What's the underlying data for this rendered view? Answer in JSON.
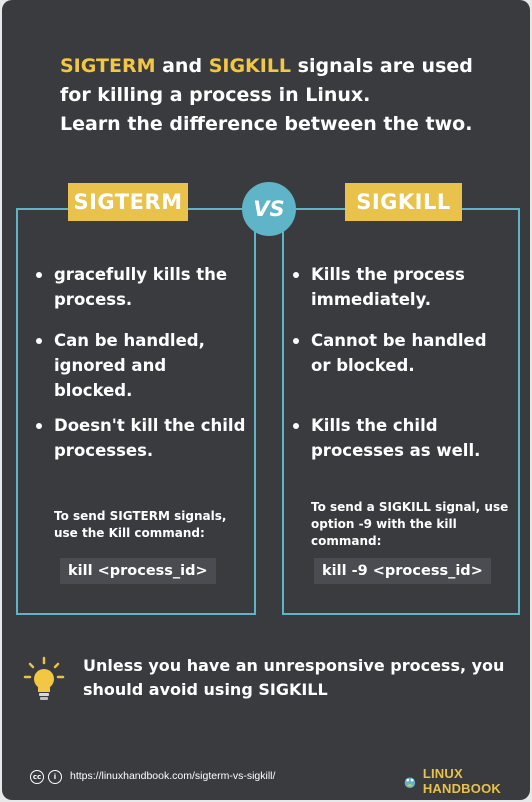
{
  "intro": {
    "line1_term1": "SIGTERM",
    "line1_and": " and ",
    "line1_term2": "SIGKILL",
    "line1_rest": " signals are used",
    "line2": "for killing a process in Linux.",
    "line3": "Learn the difference between the two."
  },
  "vs": "VS",
  "sigterm": {
    "title": "SIGTERM",
    "points": [
      "gracefully kills the process.",
      "Can be handled, ignored and blocked.",
      "Doesn't kill the child processes."
    ],
    "note": "To send SIGTERM signals, use the Kill command:",
    "command": "kill <process_id>"
  },
  "sigkill": {
    "title": "SIGKILL",
    "points": [
      "Kills the process immediately.",
      "Cannot be handled or blocked.",
      "Kills the child processes as well."
    ],
    "note": "To send a SIGKILL signal, use option -9 with the kill command:",
    "command": "kill -9 <process_id>"
  },
  "tip": "Unless you have an unresponsive process, you should avoid using SIGKILL",
  "footer": {
    "url": "https://linuxhandbook.com/sigterm-vs-sigkill/",
    "cc_text": "cc",
    "by_text": "i",
    "brand": "LINUX HANDBOOK"
  },
  "colors": {
    "background": "#3a3b3f",
    "accent_yellow": "#e8c24a",
    "accent_teal": "#5fb4c7"
  },
  "icons": [
    "bulb-icon",
    "creative-commons-icon",
    "attribution-icon",
    "linux-handbook-logo-icon"
  ]
}
